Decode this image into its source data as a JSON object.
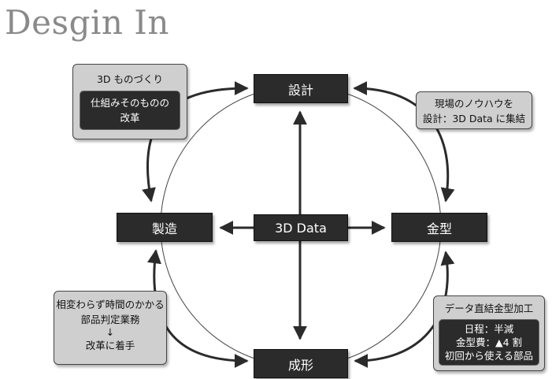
{
  "title": "Desgin In",
  "nodes": {
    "top": "設計",
    "left": "製造",
    "center": "3D Data",
    "right": "金型",
    "bottom": "成形"
  },
  "callouts": {
    "top_left": {
      "heading": "3D ものづくり",
      "body_line1": "仕組みそのものの",
      "body_line2": "改革"
    },
    "top_right": {
      "line1": "現場のノウハウを",
      "line2": "設計：3D Data に集結"
    },
    "bottom_left": {
      "line1": "相変わらず時間のかかる",
      "line2": "部品判定業務",
      "line3": "↓",
      "line4": "改革に着手"
    },
    "bottom_right": {
      "heading": "データ直結金型加工",
      "body_line1": "日程：半減",
      "body_line2": "金型費：▲4 割",
      "body_line3": "初回から使える部品"
    }
  }
}
